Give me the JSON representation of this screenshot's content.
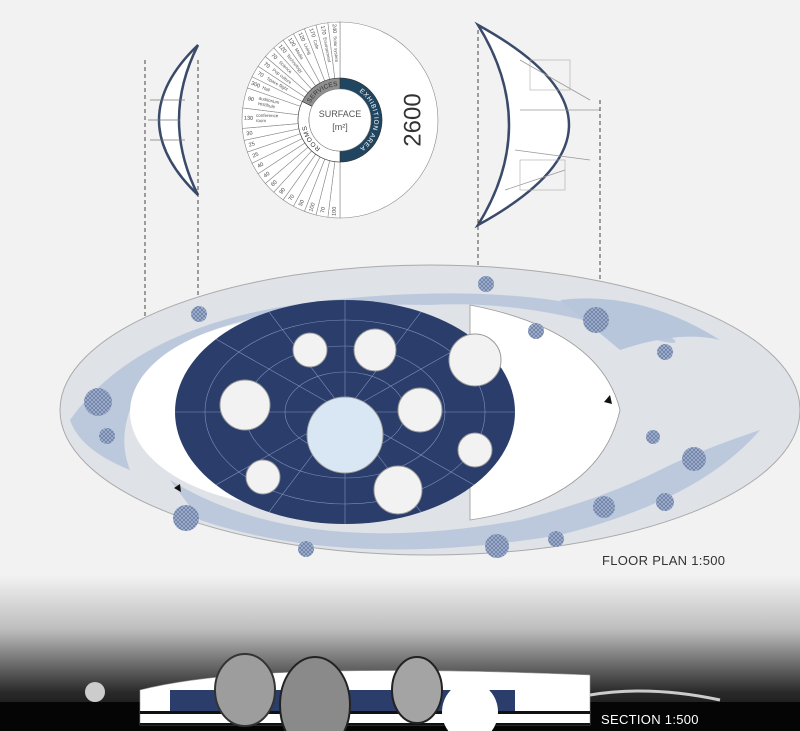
{
  "labels": {
    "floor_plan": "FLOOR PLAN 1:500",
    "section": "SECTION 1:500"
  },
  "surface_diagram": {
    "center_title": "SURFACE",
    "center_unit": "[m²]",
    "groups": [
      {
        "name": "EXHIBITION AREA",
        "color": "#1f4560"
      },
      {
        "name": "ROOMS",
        "color": "#ffffff"
      },
      {
        "name": "SERVICES",
        "color": "#8f8f8f"
      }
    ],
    "segments": [
      {
        "group": 0,
        "value": 2600,
        "label": ""
      },
      {
        "group": 1,
        "value": 100,
        "label": ""
      },
      {
        "group": 1,
        "value": 70,
        "label": ""
      },
      {
        "group": 1,
        "value": 100,
        "label": ""
      },
      {
        "group": 1,
        "value": 50,
        "label": ""
      },
      {
        "group": 1,
        "value": 70,
        "label": ""
      },
      {
        "group": 1,
        "value": 90,
        "label": ""
      },
      {
        "group": 1,
        "value": 60,
        "label": ""
      },
      {
        "group": 1,
        "value": 40,
        "label": ""
      },
      {
        "group": 1,
        "value": 40,
        "label": ""
      },
      {
        "group": 1,
        "value": 25,
        "label": ""
      },
      {
        "group": 1,
        "value": 25,
        "label": ""
      },
      {
        "group": 1,
        "value": 30,
        "label": ""
      },
      {
        "group": 1,
        "value": 130,
        "label": "conference room"
      },
      {
        "group": 1,
        "value": 90,
        "label": "auditorium vestibule"
      },
      {
        "group": 1,
        "value": 300,
        "label": "Hall"
      },
      {
        "group": 2,
        "value": 70,
        "label": "Space flight"
      },
      {
        "group": 2,
        "value": 70,
        "label": "Pop culture"
      },
      {
        "group": 2,
        "value": 70,
        "label": "Science"
      },
      {
        "group": 2,
        "value": 120,
        "label": "Technology"
      },
      {
        "group": 2,
        "value": 120,
        "label": "Media"
      },
      {
        "group": 2,
        "value": 120,
        "label": "Living"
      },
      {
        "group": 2,
        "value": 170,
        "label": "Cafe"
      },
      {
        "group": 2,
        "value": 170,
        "label": "Environment"
      },
      {
        "group": 2,
        "value": 240,
        "label": "Solar system"
      }
    ]
  },
  "colors": {
    "navy": "#2a3d6b",
    "light_blue": "#b8c6dc",
    "plan_grey": "#dcdfe4",
    "accent": "#1f4560"
  }
}
